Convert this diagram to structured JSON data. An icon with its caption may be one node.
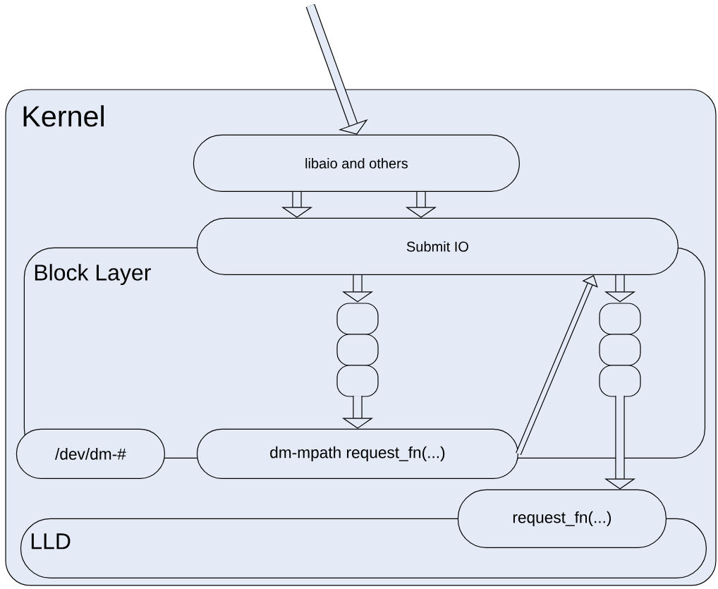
{
  "diagram": {
    "nodes": [
      {
        "text": [
          "Kernel"
        ]
      },
      {
        "text": [
          "libaio and others"
        ],
        "in": 0
      },
      {
        "text": [
          "Submit IO"
        ],
        "in": 0
      },
      {
        "text": [
          "Block Layer"
        ],
        "in": 0
      },
      {
        "text": [],
        "shape": "box",
        "in": 3
      },
      {
        "text": [
          "/dev/dm-#"
        ],
        "in": 0
      },
      {
        "text": [
          "dm-mpath  request_fn(...)"
        ],
        "in": 0
      },
      {
        "text": [],
        "shape": "box",
        "in": 3
      },
      {
        "text": [
          "request_fn(...)"
        ],
        "in": 0
      },
      {
        "text": [
          "LLD"
        ],
        "in": 0
      }
    ],
    "edges": [
      {
        "from": null,
        "to": 1,
        "arrow": "to"
      },
      {
        "from": 1,
        "to": 2,
        "arrow": "to"
      },
      {
        "from": 1,
        "to": 2,
        "arrow": "to"
      },
      {
        "from": 2,
        "to": 4,
        "arrow": "to"
      },
      {
        "from": 4,
        "to": 6,
        "arrow": "to"
      },
      {
        "from": 6,
        "to": 2,
        "arrow": "to"
      },
      {
        "from": 2,
        "to": 7,
        "arrow": "to"
      },
      {
        "from": 7,
        "to": 8,
        "arrow": "to"
      }
    ]
  }
}
